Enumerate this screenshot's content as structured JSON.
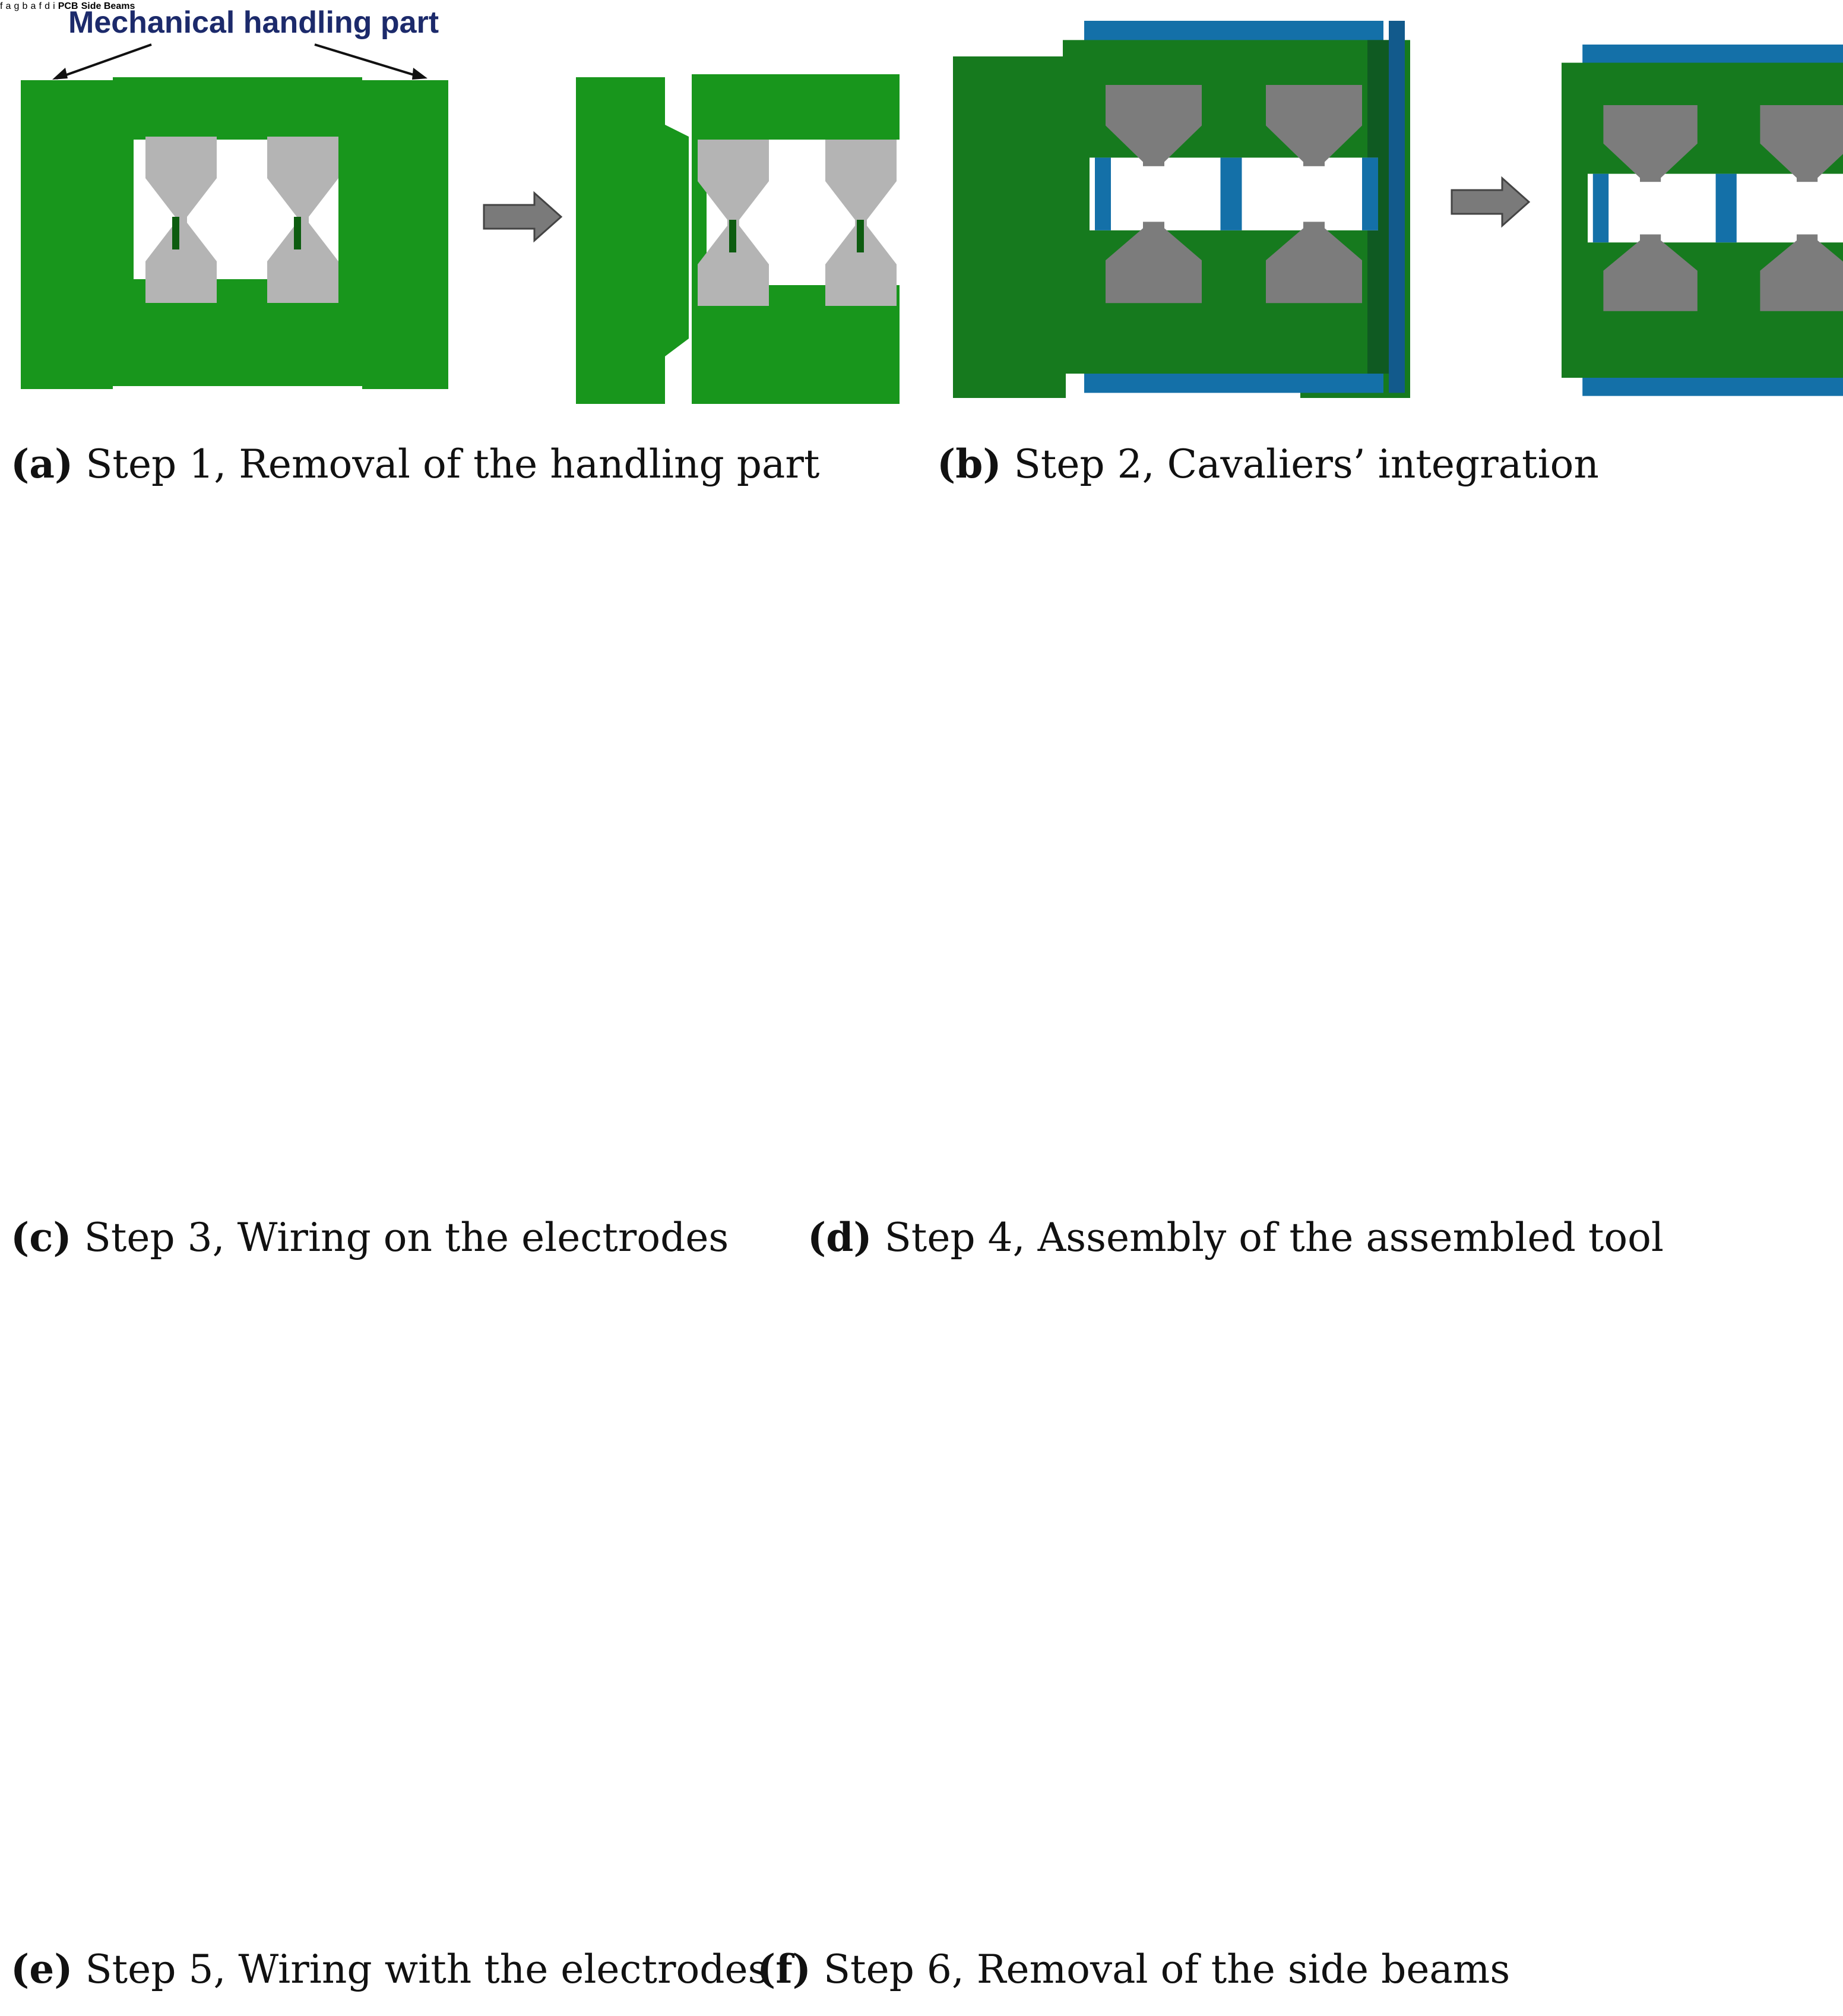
{
  "panels": {
    "a": {
      "letter": "(a)",
      "caption": "Step 1, Removal of the handling part",
      "label": "Mechanical handling part"
    },
    "b": {
      "letter": "(b)",
      "caption": "Step 2, Cavaliers’ integration"
    },
    "c": {
      "letter": "(c)",
      "caption": "Step 3, Wiring on the electrodes",
      "wires": {
        "left": [
          "f",
          "a",
          "g",
          "b"
        ],
        "right": [
          "a",
          "f",
          "d",
          "i"
        ]
      }
    },
    "d": {
      "letter": "(d)",
      "caption": "Step 4, Assembly of the assembled tool",
      "label": "PCB"
    },
    "e": {
      "letter": "(e)",
      "caption": "Step 5, Wiring with the electrodes"
    },
    "f": {
      "letter": "(f)",
      "caption": "Step 6, Removal of the side beams",
      "label": "Side Beams"
    }
  },
  "colors": {
    "green": "#18961c",
    "dark_green": "#167a1e",
    "teal": "#1470a8",
    "grey": "#b4b4b4",
    "pcb_blue": "#4f4de8",
    "pcb_blue_dark": "#3532b8",
    "arrow": "#7a7a7a",
    "label": "#1c2a6b",
    "wire_label": "#2e8de0"
  },
  "icons": [
    "arrow-right-icon"
  ]
}
